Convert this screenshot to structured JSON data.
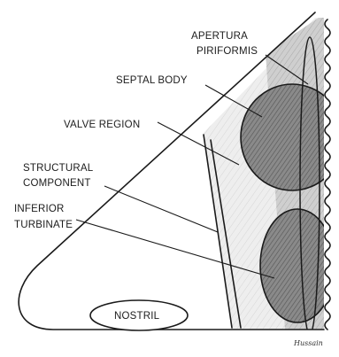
{
  "labels": {
    "apertura_line1": "APERTURA",
    "apertura_line2": "PIRIFORMIS",
    "septal_body": "SEPTAL BODY",
    "valve_region": "VALVE REGION",
    "structural_line1": "STRUCTURAL",
    "structural_line2": "COMPONENT",
    "inferior_line1": "INFERIOR",
    "inferior_line2": "TURBINATE",
    "nostril": "NOSTRIL"
  },
  "signature": "Hussain",
  "colors": {
    "background": "#ffffff",
    "ink": "#1a1a1a",
    "light_shade": "#e6e6e6",
    "mid_shade": "#c9c9c9",
    "dark_shade": "#7a7a7a"
  }
}
